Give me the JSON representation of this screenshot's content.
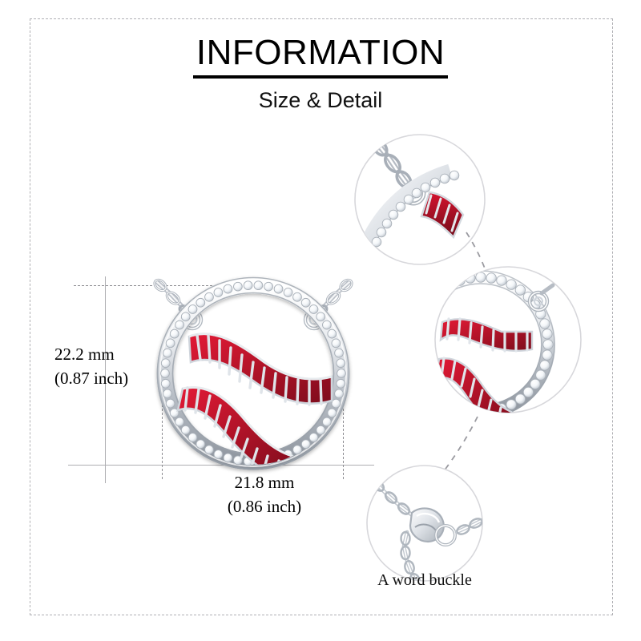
{
  "header": {
    "title": "INFORMATION",
    "subtitle": "Size & Detail"
  },
  "product": {
    "type": "baseball-pendant-necklace",
    "metal_color": "#d9dde2",
    "stone_color": "#ffffff",
    "enamel_color": "#b01328",
    "enamel_highlight": "#e01a33",
    "enamel_shadow": "#7d0c1c"
  },
  "dimensions": {
    "height": {
      "mm": "22.2 mm",
      "inch": "(0.87 inch)"
    },
    "width": {
      "mm": "21.8 mm",
      "inch": "(0.86 inch)"
    }
  },
  "details": {
    "clasp_caption": "A word buckle"
  },
  "style": {
    "frame_border_color": "#b0b0b4",
    "guide_line_color": "#aeaeb2",
    "guide_dash_color": "#8d8d92",
    "detail_circle_stroke": "#d7d7db",
    "text_color": "#000000"
  }
}
